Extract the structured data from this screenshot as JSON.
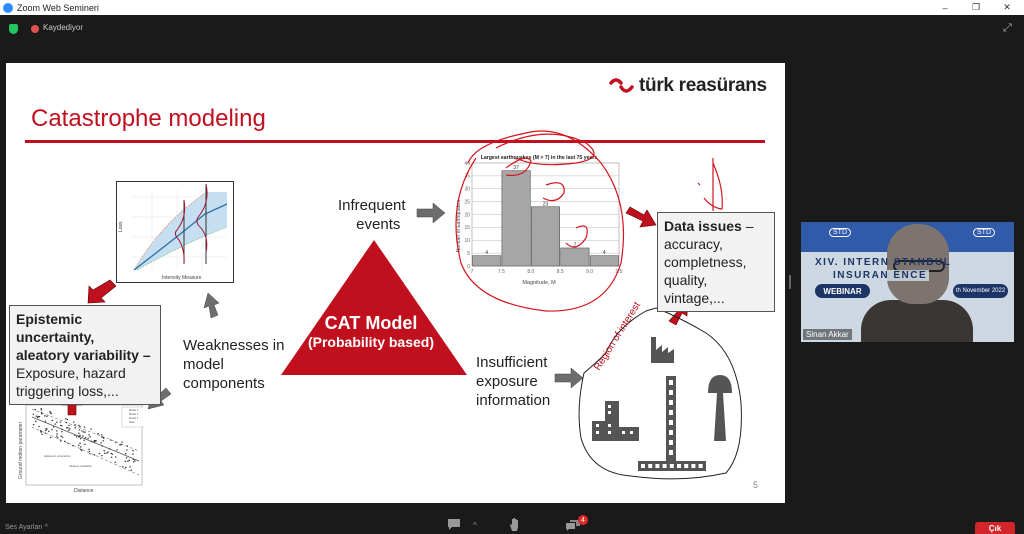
{
  "window": {
    "title": "Zoom Web Semineri",
    "controls": {
      "minimize": "–",
      "maximize": "❐",
      "close": "✕"
    }
  },
  "status": {
    "recording_label": "Kaydediyor",
    "shield_icon": "shield-check-icon",
    "expand_icon": "⤢"
  },
  "slide": {
    "logo_text": "türk reasürans",
    "title": "Catastrophe modeling",
    "center": {
      "line1": "CAT Model",
      "line2": "(Probability based)"
    },
    "infrequent_events": [
      "Infrequent",
      "events"
    ],
    "weaknesses": [
      "Weaknesses in",
      "model",
      "components"
    ],
    "insufficient": [
      "Insufficient",
      "exposure",
      "information"
    ],
    "epistemic_box": {
      "bold1": "Epistemic uncertainty,",
      "bold2": "aleatory variability –",
      "line3": "Exposure, hazard",
      "line4": "triggering loss,..."
    },
    "data_box": {
      "bold": "Data issues",
      "dash": " –",
      "line2": "accuracy,",
      "line3": "completness,",
      "line4": "quality, vintage,..."
    },
    "region_label": "Region of interest",
    "page_number": "5",
    "loss_chart": {
      "xlabel": "Intensity Measure",
      "ylabel": "Loss"
    },
    "gm_chart": {
      "xlabel": "Distance",
      "ylabel": "Ground motion parameter",
      "legend": [
        "Model 1",
        "Model 2",
        "Model 3",
        "Data"
      ],
      "ann1": "Epistemic uncertainty",
      "ann2": "Aleatory variability"
    },
    "colors": {
      "accent": "#c0101e",
      "arrow_gray": "#6d6d6d"
    }
  },
  "chart_data": {
    "type": "bar",
    "title": "Largest earthquakes (M > 7) in the last 75 years",
    "xlabel": "Magnitude, M",
    "ylabel": "Number of Earthquakes",
    "categories": [
      "7.0-7.5",
      "7.5-8.0",
      "8.0-8.5",
      "8.5-9.0",
      "9.0-9.5"
    ],
    "bin_edges": [
      7,
      7.5,
      8.0,
      8.5,
      9.0,
      9.5
    ],
    "x_tick_labels": [
      "7",
      "7.5",
      "8.0",
      "8.5",
      "9.0",
      "9.5"
    ],
    "values": [
      4,
      37,
      23,
      7,
      4
    ],
    "data_labels": [
      "4",
      "37",
      "23",
      "7",
      "4"
    ],
    "y_ticks": [
      0,
      5,
      10,
      15,
      20,
      25,
      30,
      35,
      40
    ],
    "ylim": [
      0,
      40
    ],
    "grid": true
  },
  "video": {
    "speaker_name": "Sinan Akkar",
    "banner_line1": "XIV. INTERN          STANBUL",
    "banner_line2": "INSURAN         ENCE",
    "webinar_label": "WEBINAR",
    "date_label": "th November 2022",
    "logo_text": "STD"
  },
  "toolbar": {
    "audio_settings": "Ses Ayarları",
    "chat_badge": "4",
    "leave_label": "Çık"
  }
}
